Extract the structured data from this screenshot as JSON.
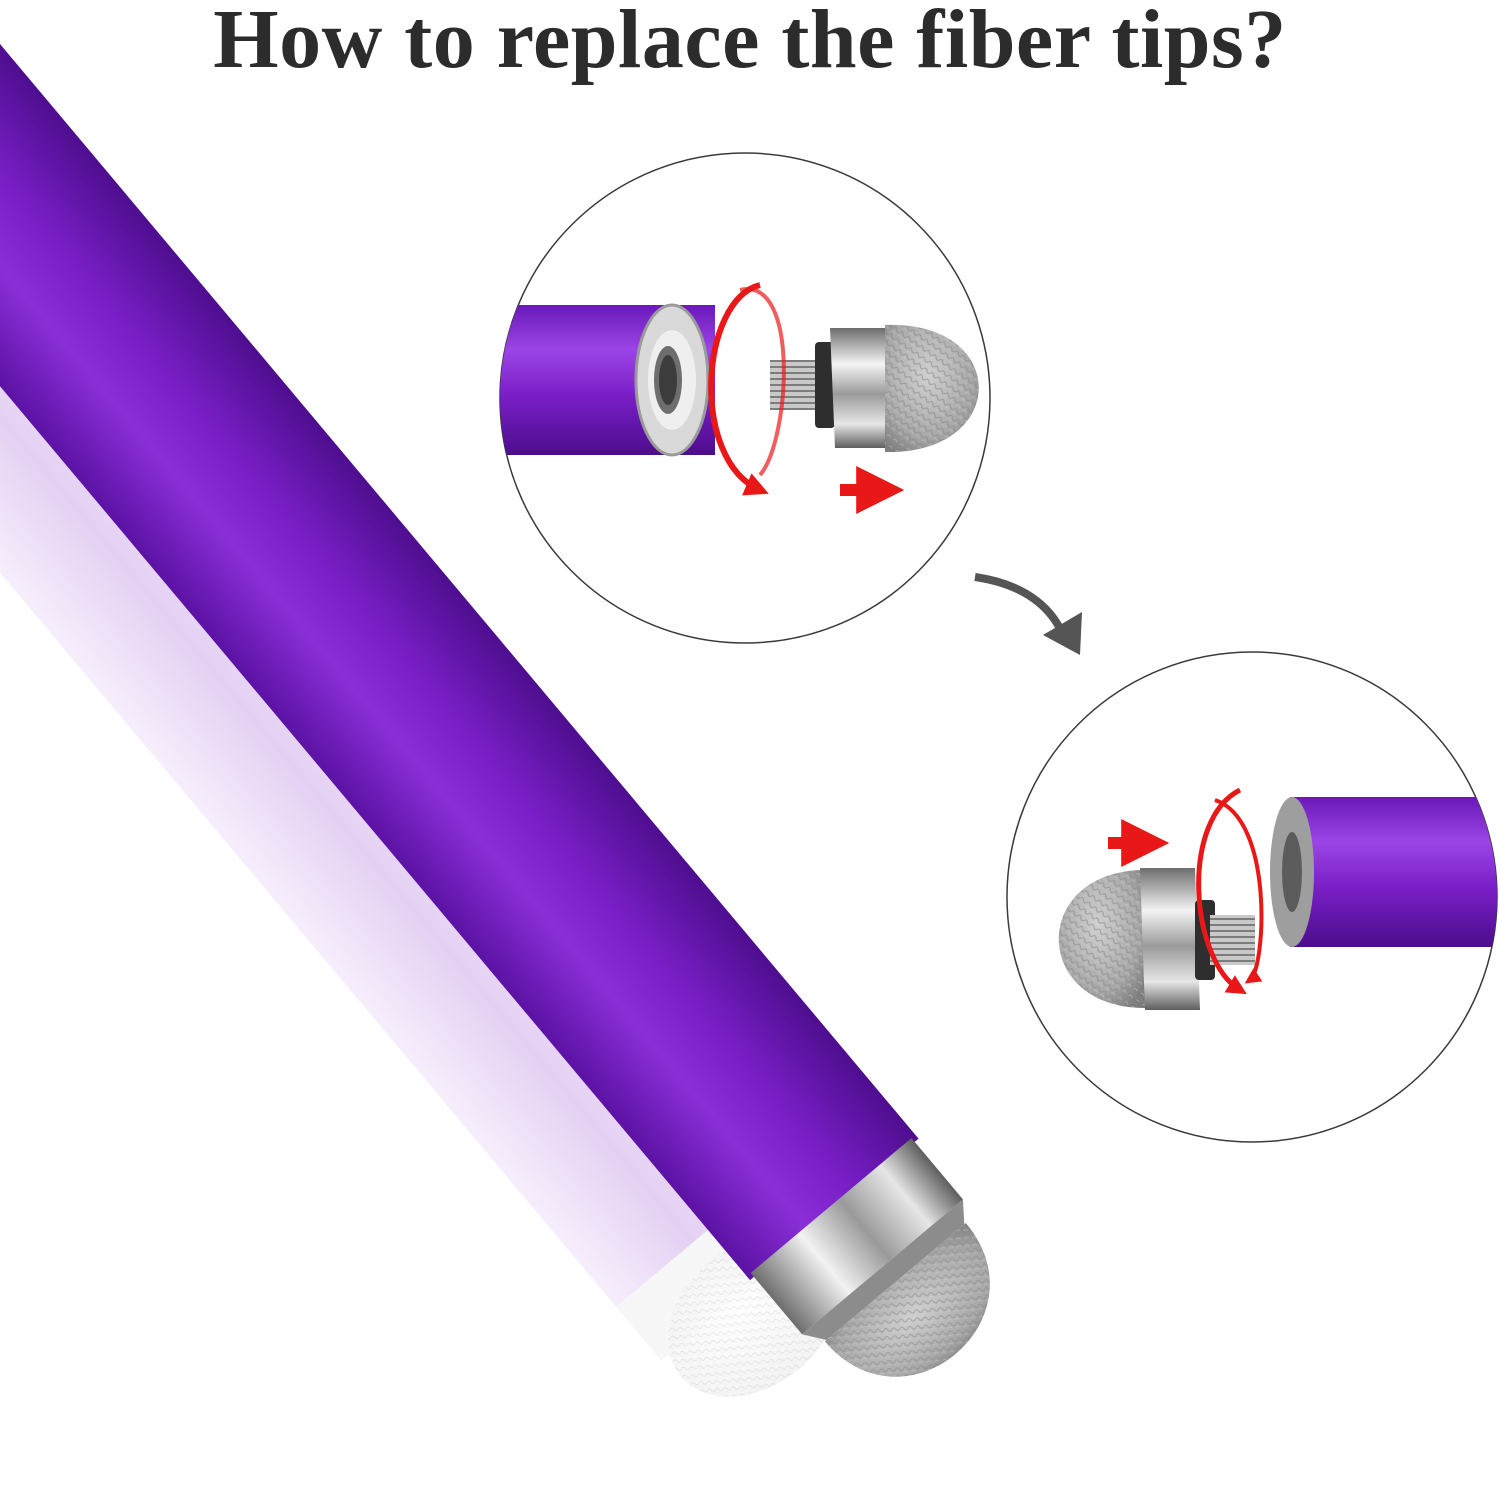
{
  "page": {
    "headline": "How to replace the fiber tips?"
  },
  "colors": {
    "pen_purple": "#7a1fc8",
    "pen_lavender": "#ead9f6",
    "arrow_red": "#e81818",
    "mesh_gray": "#a9a9a9",
    "metal_silver": "#b9b9b9",
    "step_arrow_gray": "#555555",
    "headline_text": "#2c2c2c"
  },
  "steps": [
    {
      "name": "step-1-unscrew",
      "direction": "remove tip from pen"
    },
    {
      "name": "step-2-screw-in",
      "direction": "attach new tip to pen"
    }
  ]
}
